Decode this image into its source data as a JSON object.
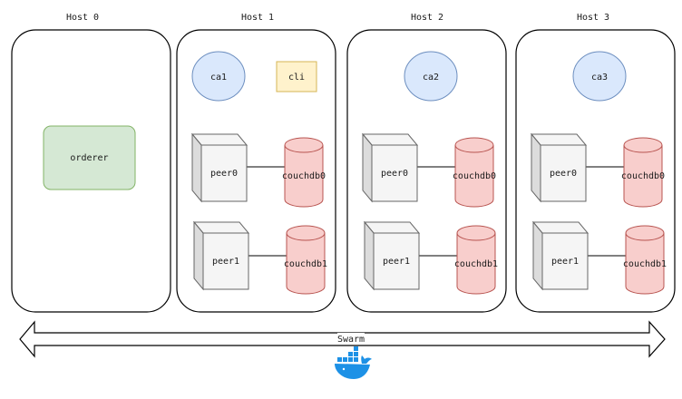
{
  "hosts": [
    {
      "title": "Host 0"
    },
    {
      "title": "Host 1"
    },
    {
      "title": "Host 2"
    },
    {
      "title": "Host 3"
    }
  ],
  "nodes": {
    "orderer": "orderer",
    "ca1": "ca1",
    "cli": "cli",
    "ca2": "ca2",
    "ca3": "ca3",
    "h1_peer0": "peer0",
    "h1_peer1": "peer1",
    "h1_couchdb0": "couchdb0",
    "h1_couchdb1": "couchdb1",
    "h2_peer0": "peer0",
    "h2_peer1": "peer1",
    "h2_couchdb0": "couchdb0",
    "h2_couchdb1": "couchdb1",
    "h3_peer0": "peer0",
    "h3_peer1": "peer1",
    "h3_couchdb0": "couchdb0",
    "h3_couchdb1": "couchdb1"
  },
  "swarm": {
    "label": "Swarm",
    "icon": "docker-whale-icon"
  },
  "colors": {
    "orderer_fill": "#d5e8d4",
    "orderer_stroke": "#82b366",
    "ca_fill": "#dae8fc",
    "ca_stroke": "#6c8ebf",
    "cli_fill": "#fff2cc",
    "cli_stroke": "#d6b656",
    "db_fill": "#f8cecc",
    "db_stroke": "#b85450",
    "peer_front": "#f5f5f5",
    "peer_side": "#dcdcdc",
    "peer_stroke": "#666666",
    "docker_blue": "#1d91e6"
  }
}
